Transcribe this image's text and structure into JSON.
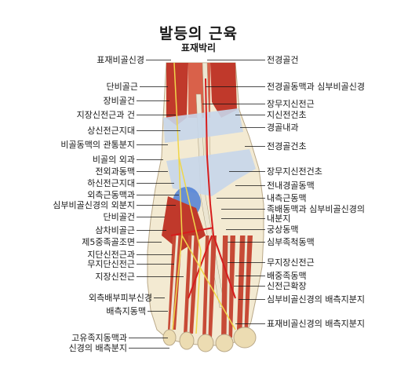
{
  "title": "발등의 근육",
  "subtitle": "표재박리",
  "colors": {
    "muscle": "#c0392b",
    "muscle_light": "#e2735a",
    "tendon": "#e9e4d0",
    "artery": "#d61d1d",
    "vein": "#4d7fd6",
    "nerve": "#f0d64a",
    "retinaculum": "#c6d6ea",
    "skin": "#f3ead2"
  },
  "labels_left": [
    {
      "id": "superficial-fibular-nerve",
      "text": "표재비골신경"
    },
    {
      "id": "fibularis-brevis",
      "text": "단비골근"
    },
    {
      "id": "fibularis-longus",
      "text": "장비골건"
    },
    {
      "id": "extensor-digitorum-longus",
      "text": "지장신전근과 건"
    },
    {
      "id": "superior-extensor-retinaculum",
      "text": "상신전근지대"
    },
    {
      "id": "perforating-fibular-artery",
      "text": "비골동맥의 관통분지"
    },
    {
      "id": "lateral-malleolus",
      "text": "비골의 외과"
    },
    {
      "id": "anterior-lateral-malleolar-artery",
      "text": "전외과동맥"
    },
    {
      "id": "inferior-extensor-retinaculum",
      "text": "하신전근지대"
    },
    {
      "id": "lateral-tarsal-artery",
      "text": "외측근동맥과"
    },
    {
      "id": "deep-fibular-nerve-lateral-branch",
      "text": "심부비골신경의 외분지"
    },
    {
      "id": "fibularis-brevis-tendon",
      "text": "단비골건"
    },
    {
      "id": "fibularis-tertius",
      "text": "삼차비골근"
    },
    {
      "id": "fifth-metatarsal-tuberosity",
      "text": "제5중족골조면"
    },
    {
      "id": "extensor-digitorum-brevis",
      "text": "지단신전근과"
    },
    {
      "id": "extensor-digiti-minimi-brevis",
      "text": "무지단신전근"
    },
    {
      "id": "extensor-digitorum-longus-tendon",
      "text": "지장신전근"
    },
    {
      "id": "lateral-dorsal-cutaneous-nerve",
      "text": "외측배부피부신경"
    },
    {
      "id": "dorsal-digital-arteries",
      "text": "배측지동맥"
    },
    {
      "id": "proper-dorsal-digital-arteries",
      "text": "고유족지동맥과"
    },
    {
      "id": "proper-dorsal-digital-nerves",
      "text": "신경의 배측분지"
    }
  ],
  "labels_right": [
    {
      "id": "tibialis-anterior",
      "text": "전경골건"
    },
    {
      "id": "anterior-tibial-artery-deep-fibular-nerve",
      "text": "전경골동맥과 심부비골신경"
    },
    {
      "id": "extensor-hallucis-longus",
      "text": "장무지신전근"
    },
    {
      "id": "extensor-tendon",
      "text": "지신전건초"
    },
    {
      "id": "medial-malleolus",
      "text": "경골내과"
    },
    {
      "id": "tibialis-anterior-sheath",
      "text": "전경골건초"
    },
    {
      "id": "extensor-hallucis-longus-sheath",
      "text": "장무지신전건초"
    },
    {
      "id": "anterior-medial-malleolar-artery",
      "text": "전내경골동맥"
    },
    {
      "id": "medial-tarsal-artery",
      "text": "내측근동맥"
    },
    {
      "id": "dorsalis-pedis-artery-deep-fibular-nerve",
      "text": "족배동맥과 심부비골신경의"
    },
    {
      "id": "medial-branch",
      "text": "내분지"
    },
    {
      "id": "arcuate-artery",
      "text": "궁상동맥"
    },
    {
      "id": "deep-plantar-artery",
      "text": "심부족척동맥"
    },
    {
      "id": "extensor-hallucis-longus-tendon",
      "text": "무지장신전근"
    },
    {
      "id": "dorsal-metatarsal-artery",
      "text": "배중족동맥"
    },
    {
      "id": "extensor-expansion",
      "text": "신전근확장"
    },
    {
      "id": "deep-fibular-nerve-dorsal-digital",
      "text": "심부비골신경의 배측지분지"
    },
    {
      "id": "superficial-fibular-nerve-dorsal-digital",
      "text": "표재비골신경의 배측지분지"
    }
  ]
}
